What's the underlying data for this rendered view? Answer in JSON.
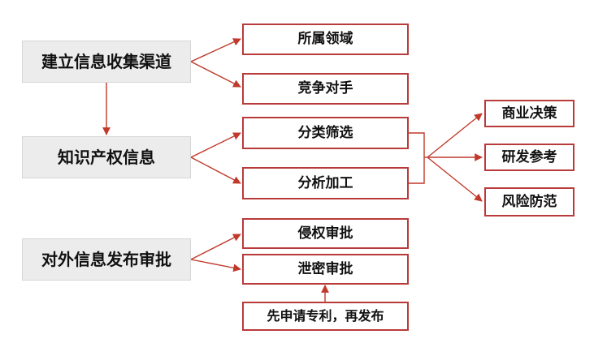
{
  "colors": {
    "arrow": "#c0392b",
    "box_border": "#b93a3a",
    "gray_fill": "#ececec"
  },
  "nodes": {
    "collect_channels": "建立信息收集渠道",
    "ip_info": "知识产权信息",
    "external_release": "对外信息发布审批",
    "domain": "所属领域",
    "competitors": "竞争对手",
    "classify_filter": "分类筛选",
    "analyze_process": "分析加工",
    "business_decision": "商业决策",
    "rd_reference": "研发参考",
    "risk_prevention": "风险防范",
    "infringement_review": "侵权审批",
    "secrecy_review": "泄密审批",
    "patent_first": "先申请专利，再发布"
  }
}
